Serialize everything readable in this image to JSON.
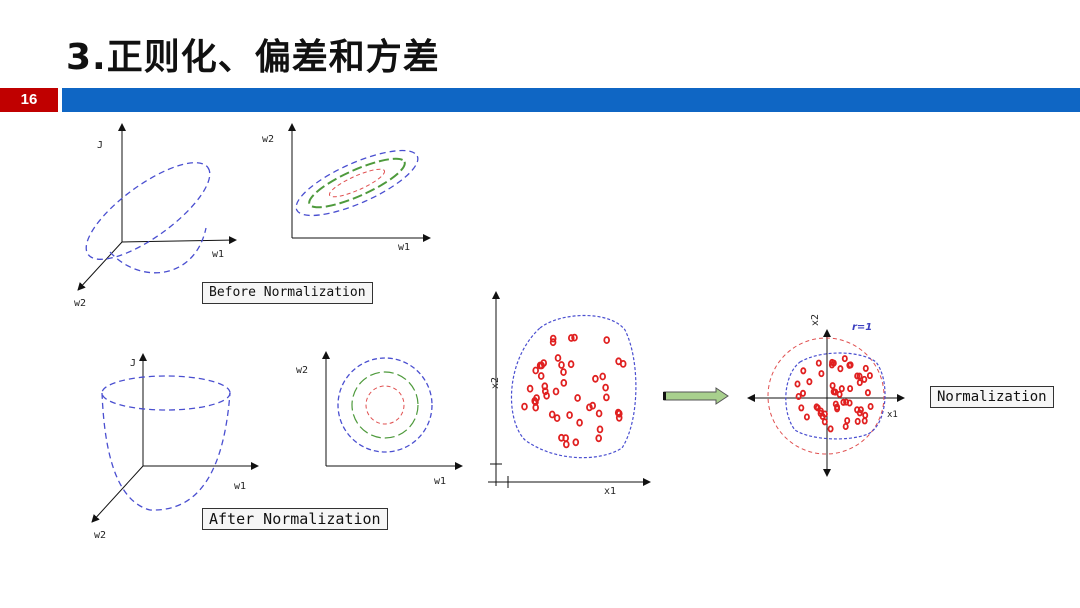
{
  "slide": {
    "title": "3.正则化、偏差和方差",
    "page_number": "16"
  },
  "labels": {
    "before": "Before Normalization",
    "after": "After Normalization",
    "normalization": "Normalization"
  },
  "axes": {
    "J": "J",
    "w1": "w1",
    "w2": "w2",
    "x1": "x1",
    "x2": "x2",
    "radius": "r=1"
  },
  "colors": {
    "accent_red": "#c00000",
    "accent_blue": "#0f66c4",
    "dash_blue": "#4a4fd0",
    "dash_green": "#4e9a3c",
    "dash_red": "#e05050",
    "point_red": "#e02020",
    "arrow_green": "#a8d08d"
  }
}
